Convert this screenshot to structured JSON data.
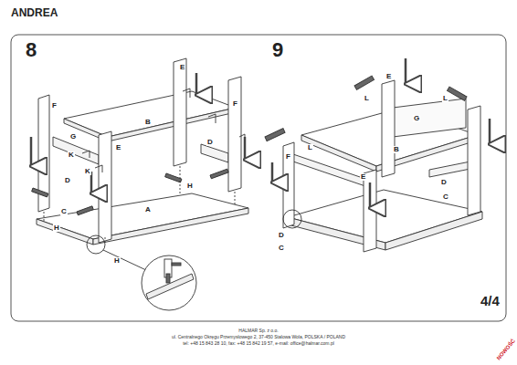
{
  "diagram": {
    "title": "ANDREA",
    "labels": [
      "8",
      "9",
      "E",
      "F",
      "B",
      "D",
      "F",
      "G",
      "E",
      "K",
      "K",
      "D",
      "H",
      "A",
      "C",
      "H",
      "H",
      "E",
      "L",
      "L",
      "G",
      "B",
      "F",
      "L",
      "E",
      "D",
      "C",
      "D",
      "C",
      "4/4",
      "HALMAR Sp. z o.o.",
      "ul. Centralnego Okręgu Przemysłowego 2, 37-450 Stalowa Wola, POLSKA / POLAND",
      "tel: +48 15 843 28 10, fax: +48 15 842 19 57, e-mail: office@halmar.com.pl",
      "NOWOŚĆ"
    ]
  }
}
